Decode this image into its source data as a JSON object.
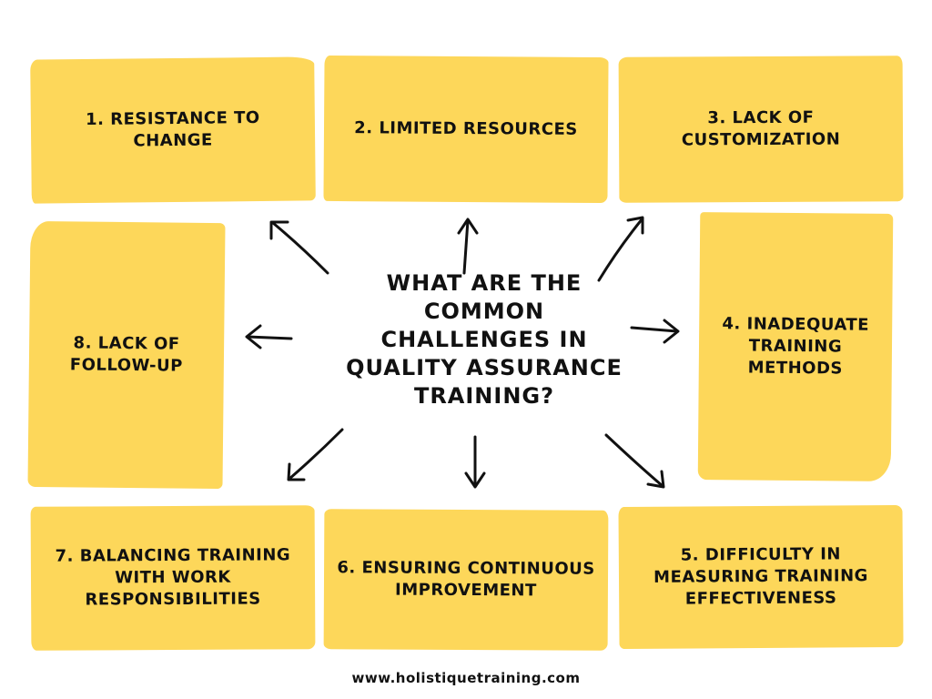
{
  "diagram": {
    "central_question": "What are the\ncommon\nchallenges in\nquality assurance\ntraining?",
    "challenges": [
      {
        "number": 1,
        "label": "1. Resistance to\nchange"
      },
      {
        "number": 2,
        "label": "2. Limited resources"
      },
      {
        "number": 3,
        "label": "3. Lack of\ncustomization"
      },
      {
        "number": 4,
        "label": "4. Inadequate\ntraining\nmethods"
      },
      {
        "number": 5,
        "label": "5. Difficulty in\nmeasuring training\neffectiveness"
      },
      {
        "number": 6,
        "label": "6. Ensuring continuous\nimprovement"
      },
      {
        "number": 7,
        "label": "7. Balancing training\nwith work\nresponsibilities"
      },
      {
        "number": 8,
        "label": "8. Lack of\nfollow-up"
      }
    ],
    "footer": "www.holistiquetraining.com"
  },
  "colors": {
    "card": "#fdd75a",
    "text": "#111111",
    "background": "#ffffff"
  }
}
